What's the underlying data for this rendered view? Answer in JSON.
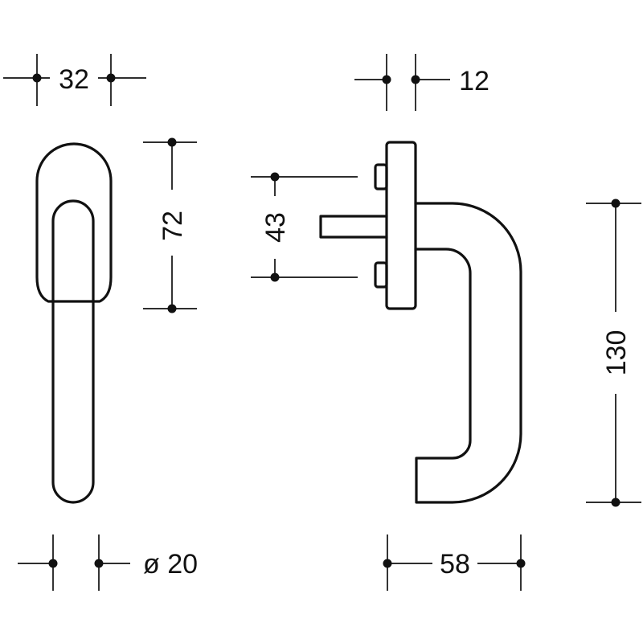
{
  "dimensions": {
    "width_top": "32",
    "depth_top": "12",
    "spacing_72": "72",
    "spacing_43": "43",
    "height_130": "130",
    "diameter": "ø 20",
    "projection_58": "58"
  },
  "colors": {
    "ink": "#111111",
    "background": "#ffffff"
  }
}
